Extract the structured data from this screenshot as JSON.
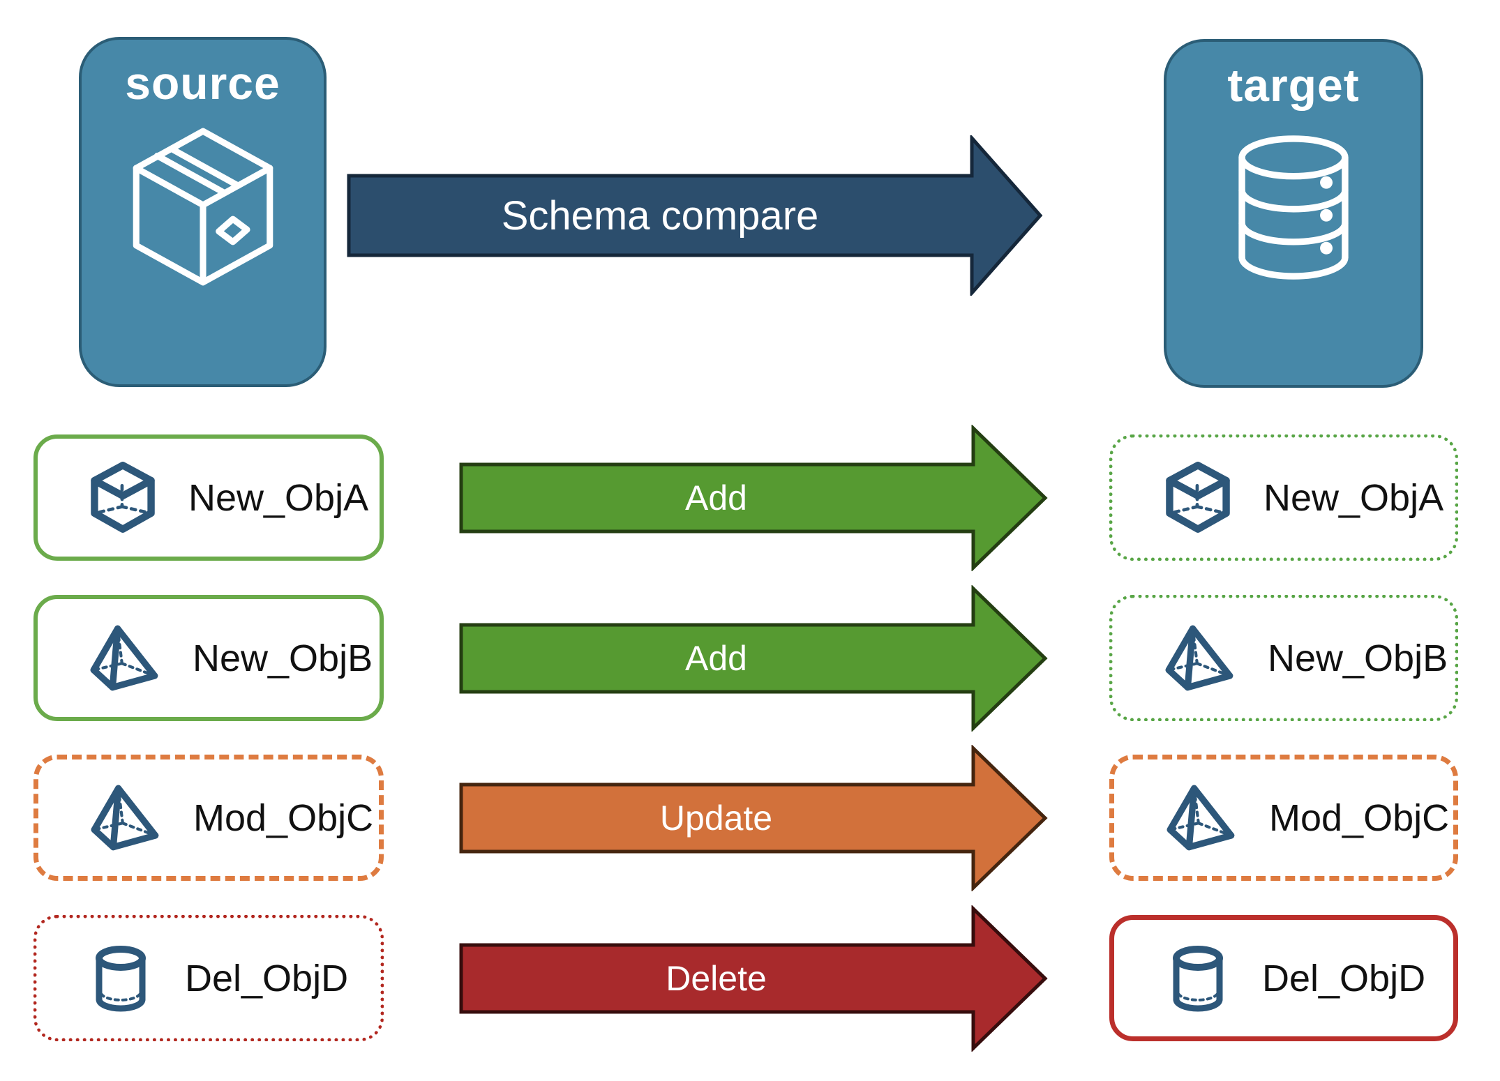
{
  "source_box": {
    "label": "source",
    "icon": "package-box-icon"
  },
  "target_box": {
    "label": "target",
    "icon": "database-icon"
  },
  "main_arrow": {
    "label": "Schema compare"
  },
  "rows": [
    {
      "name": "New_ObjA",
      "action": "Add",
      "icon": "cube-icon",
      "change_type": "added"
    },
    {
      "name": "New_ObjB",
      "action": "Add",
      "icon": "pyramid-icon",
      "change_type": "added"
    },
    {
      "name": "Mod_ObjC",
      "action": "Update",
      "icon": "pyramid-icon",
      "change_type": "modified"
    },
    {
      "name": "Del_ObjD",
      "action": "Delete",
      "icon": "cylinder-icon",
      "change_type": "deleted"
    }
  ],
  "colors": {
    "box_blue": "#4788A8",
    "box_blue_border": "#2B5D76",
    "navy_arrow": "#2C4E6D",
    "green_arrow": "#569A31",
    "orange_arrow": "#D2713B",
    "red_arrow": "#A82A2C",
    "green_border_solid": "#6BAB4B",
    "green_border_dotted": "#58A546",
    "orange_border_dashed": "#DE7B40",
    "red_border_dotted": "#B2271F",
    "red_border_solid": "#BB2F2B",
    "icon_navy": "#2D577A"
  }
}
